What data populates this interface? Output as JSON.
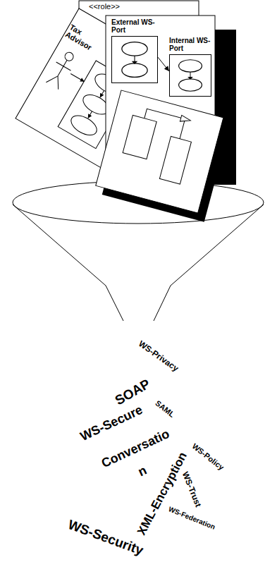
{
  "diagram": {
    "nodes": [
      {
        "text": [
          "<<role>>"
        ]
      },
      {
        "text": [
          "Tax Advisor"
        ]
      },
      {
        "text": [
          "External WS-Port"
        ]
      },
      {
        "text": [
          "Internal WS-Port"
        ]
      }
    ],
    "edges": [
      {
        "from": 2,
        "to": 3,
        "arrow": "to"
      }
    ],
    "labels": [
      "WS-Privacy",
      "SOAP",
      "SAML",
      "WS-Secure",
      "Conversatio",
      "n",
      "WS-Policy",
      "WS-Trust",
      "XML-Encryption",
      "WS-Federation",
      "WS-Security"
    ]
  }
}
